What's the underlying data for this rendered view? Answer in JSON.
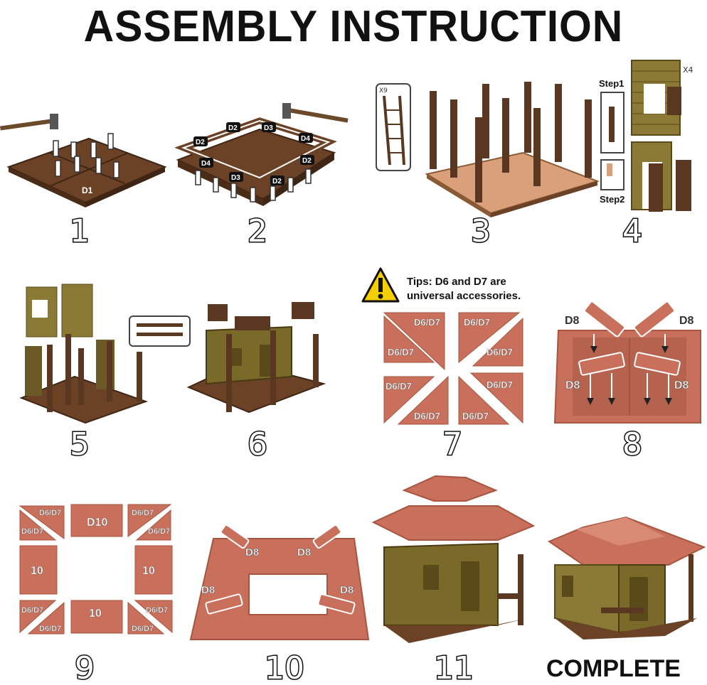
{
  "title": "ASSEMBLY INSTRUCTION",
  "steps": [
    "1",
    "2",
    "3",
    "4",
    "5",
    "6",
    "7",
    "8",
    "9",
    "10",
    "11"
  ],
  "complete_label": "COMPLETE",
  "parts": {
    "d1": "D1",
    "d2": "D2",
    "d3": "D3",
    "d4": "D4",
    "d6d7": "D6/D7",
    "d8": "D8",
    "d10": "D10",
    "p10": "10"
  },
  "step3": {
    "x9": "X9"
  },
  "step4": {
    "x4": "X4",
    "step1": "Step1",
    "step2": "Step2"
  },
  "tips": {
    "line1": "Tips: D6 and D7 are",
    "line2": "universal accessories."
  },
  "colors": {
    "wood": "#6b4226",
    "wood_light": "#8a5a36",
    "wall": "#7a6a2a",
    "roof": "#c8705c",
    "roof_dark": "#a8553f",
    "warning": "#f5d000"
  }
}
